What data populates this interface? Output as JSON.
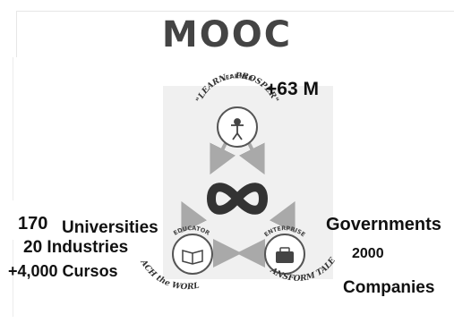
{
  "title": "MOOC",
  "learner": {
    "role": "LEARNER",
    "motto": "\"LEARN : PROSPER\"",
    "stat": "+63 M"
  },
  "educator": {
    "role": "EDUCATOR",
    "motto": "\"TEACH the WORLD\""
  },
  "enterprise": {
    "role": "ENTERPRISE",
    "motto": "\"TRANSFORM TALENT\""
  },
  "left_stats": {
    "universities_count": "170",
    "universities_label": "Universities",
    "industries": "20 Industries",
    "courses": "+4,000 Cursos"
  },
  "right_stats": {
    "governments": "Governments",
    "count": "2000",
    "companies": "Companies"
  },
  "colors": {
    "title": "#444444",
    "node_stroke": "#555555",
    "arrow": "#a9a9a9",
    "stats_text": "#111111",
    "panel": "#f0f0f0"
  },
  "icons": {
    "learner": "person-icon",
    "educator": "book-icon",
    "enterprise": "briefcase-icon",
    "center": "infinity-icon"
  }
}
